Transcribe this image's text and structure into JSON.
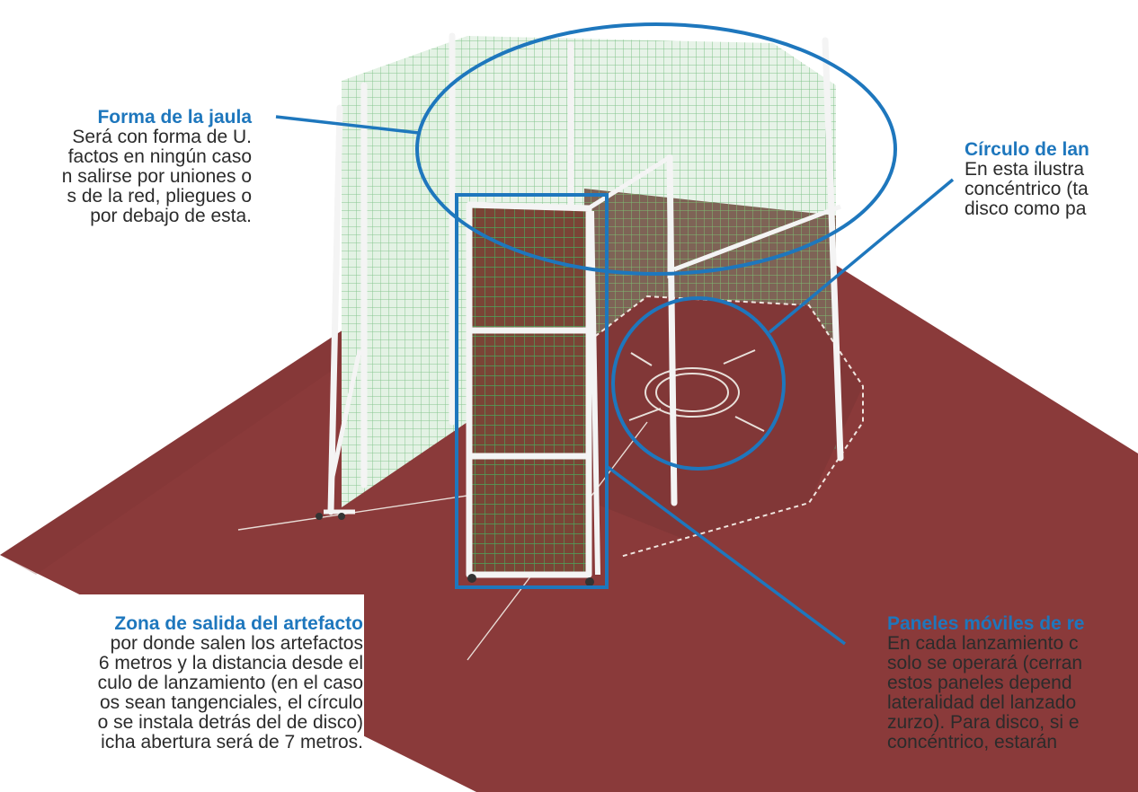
{
  "annotations": {
    "cage_shape": {
      "title": "Forma de la jaula",
      "lines": [
        "Será con forma de U.",
        "factos en ningún caso",
        "n salirse por uniones o",
        "s de la red, pliegues o",
        "por debajo de esta."
      ]
    },
    "throw_circle": {
      "title": "Círculo de lan",
      "lines": [
        "En esta ilustra",
        "concéntrico (ta",
        "disco como pa"
      ]
    },
    "mobile_panels": {
      "title": "Paneles móviles de re",
      "lines": [
        "En cada lanzamiento c",
        "solo se operará (cerran",
        "estos paneles depend",
        "lateralidad del lanzado",
        "zurzo). Para disco, si e",
        "concéntrico, estarán"
      ]
    },
    "exit_zone": {
      "title": "Zona de salida del artefacto",
      "lines": [
        "por donde salen los artefactos",
        "6 metros y la distancia desde el",
        "culo de lanzamiento (en el caso",
        "os sean tangenciales, el círculo",
        "o se instala detrás del de disco)",
        "icha abertura será de 7 metros."
      ]
    }
  },
  "colors": {
    "accent": "#1e77bd",
    "ground": "#8a3a3a",
    "net": "#6fbf7a",
    "frame": "#f4f4f4",
    "text": "#2b2b2b"
  }
}
